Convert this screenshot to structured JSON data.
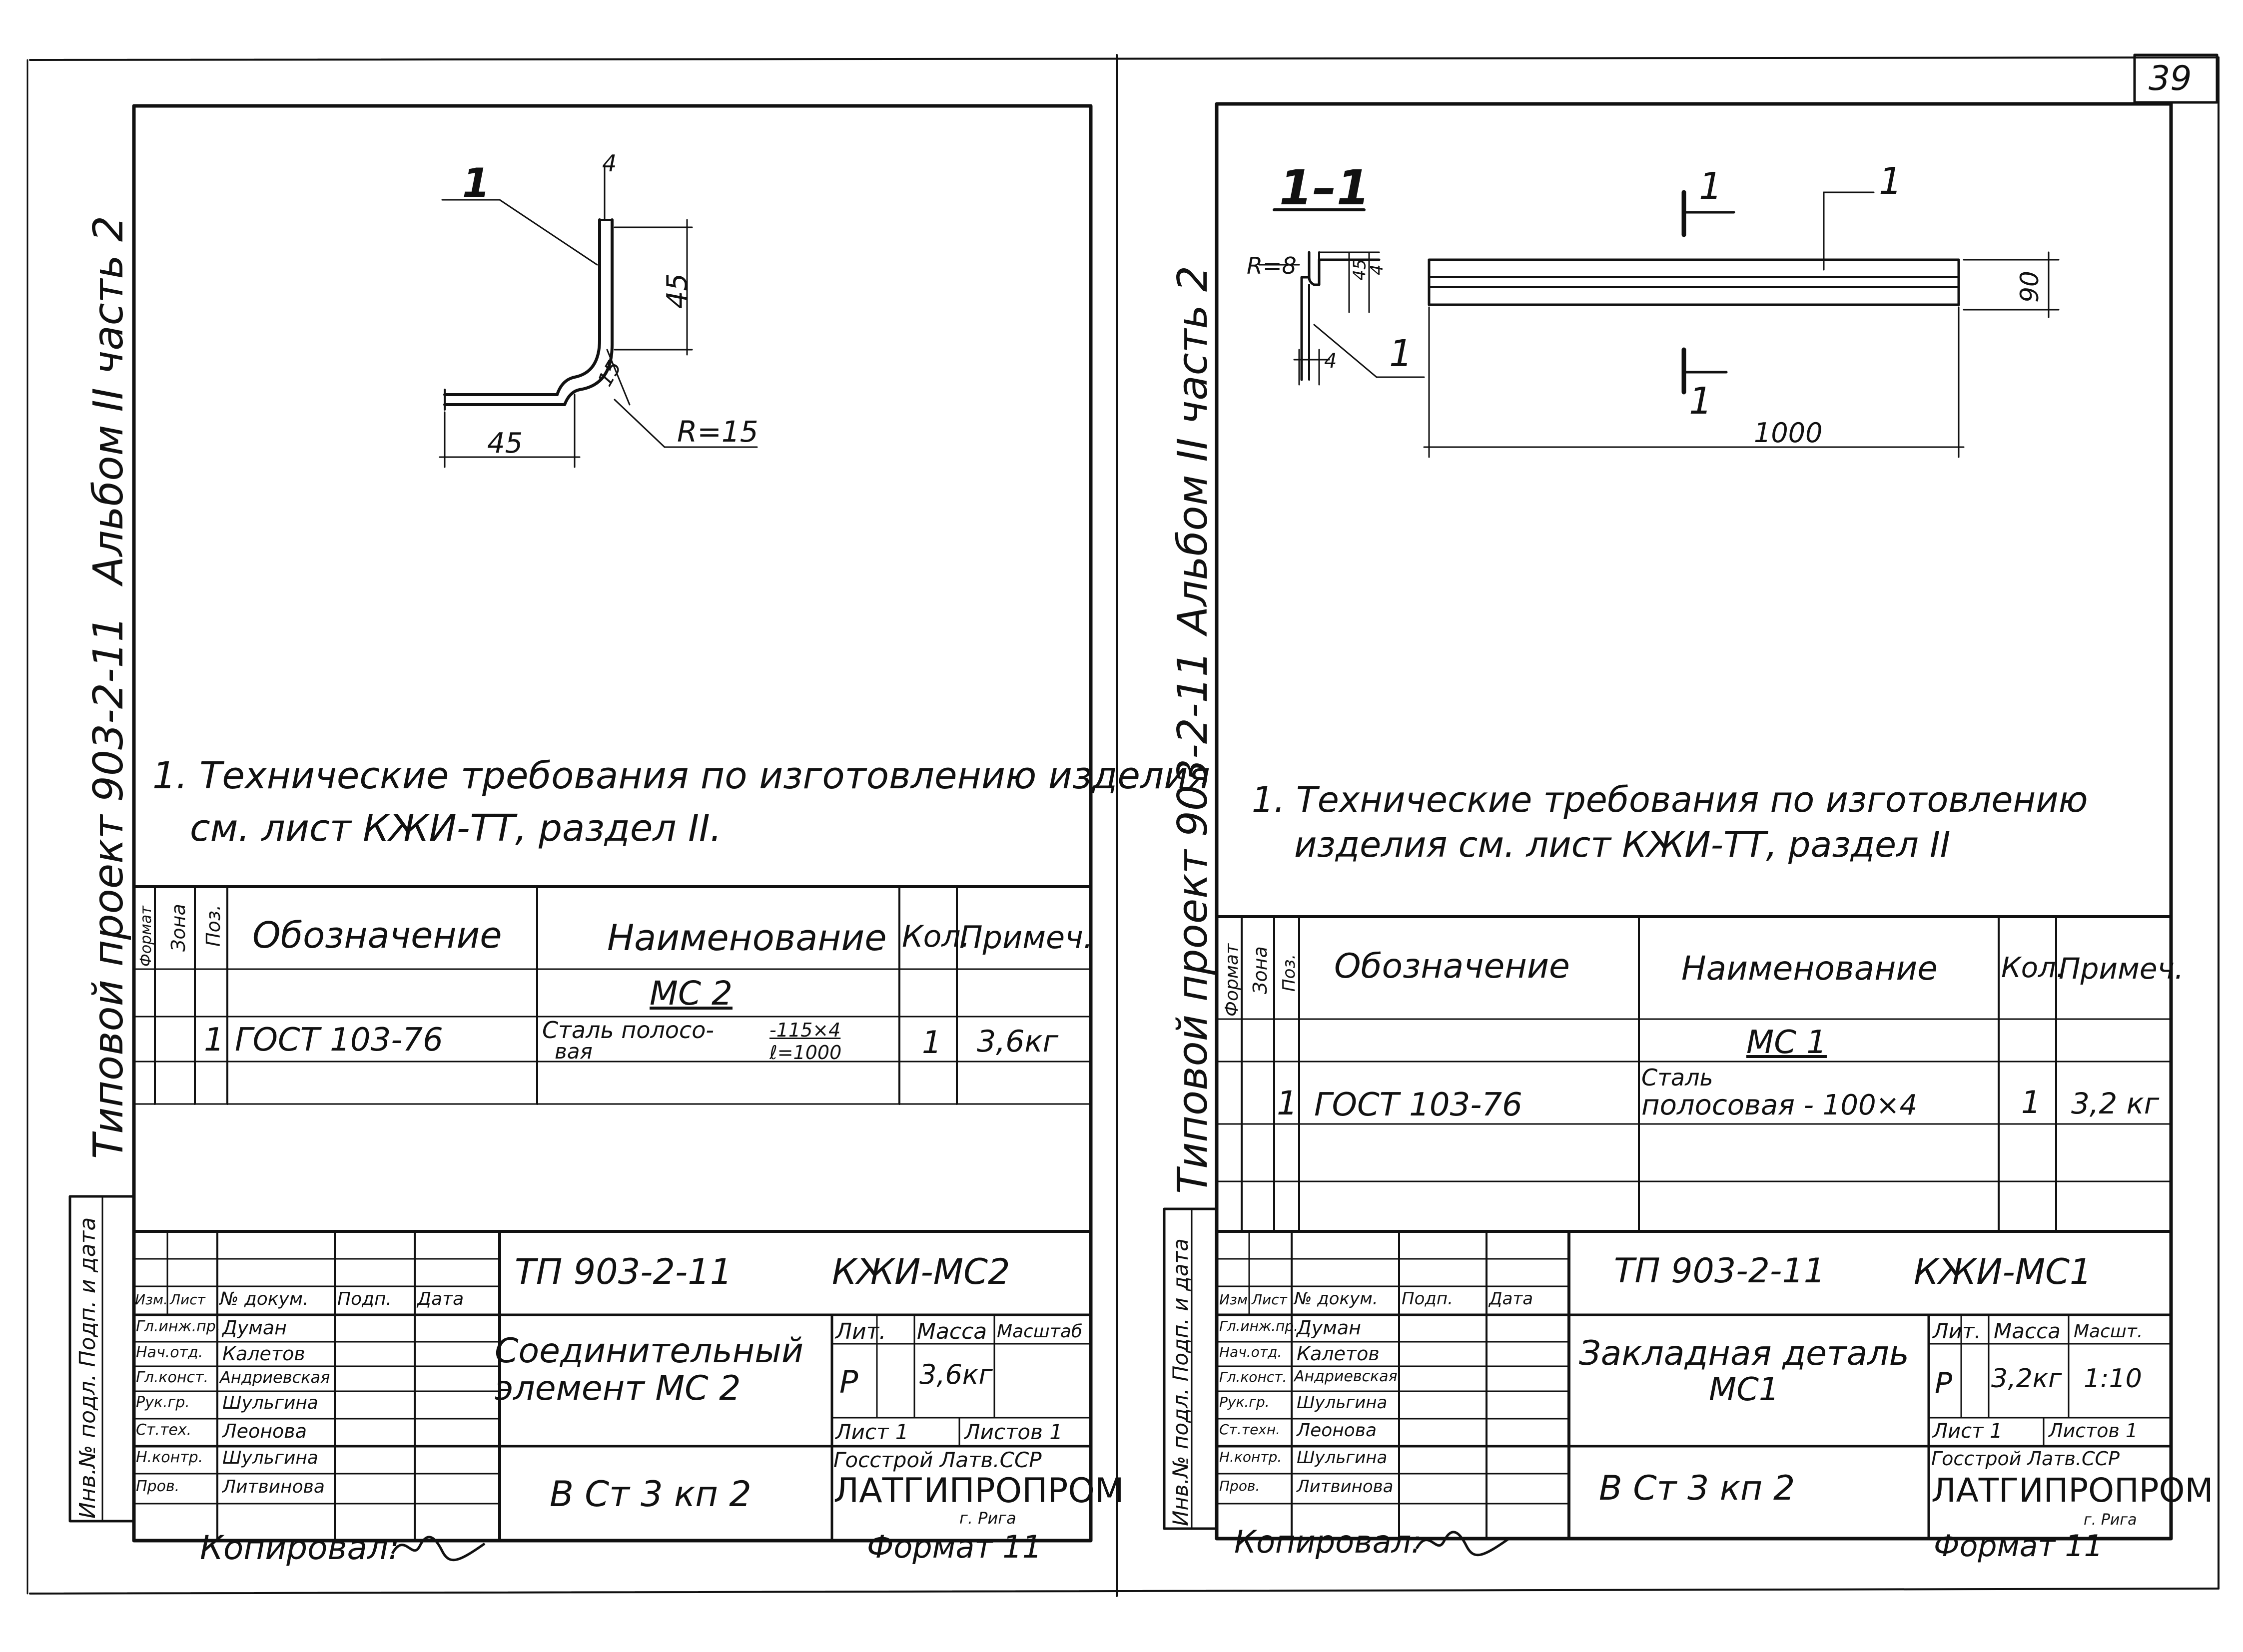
{
  "page_number": "39",
  "side_caption": {
    "project": "Типовой проект 903-2-11",
    "left_album": "Альбом II часть 2",
    "right_album": "Альбом II часть 2"
  },
  "left": {
    "drawing": {
      "callout": "1",
      "dim_thickness": "4",
      "dim_height": "45",
      "dim_width": "45",
      "dim_bend": "15",
      "radius": "R=15"
    },
    "note_line1": "1. Технические требования по изготовлению изделия",
    "note_line2": "см. лист КЖИ-ТТ, раздел II.",
    "spec": {
      "col_format": "Формат",
      "col_zone": "Зона",
      "col_pos": "Поз.",
      "col_designation": "Обозначение",
      "col_name": "Наименование",
      "col_qty": "Кол.",
      "col_note": "Примеч.",
      "group": "МС 2",
      "row": {
        "pos": "1",
        "designation": "ГОСТ 103-76",
        "name_line1": "Сталь полосо-",
        "name_line2": "вая",
        "name_frac_top": "-115×4",
        "name_frac_bottom": "ℓ=1000",
        "qty": "1",
        "note": "3,6кг"
      }
    },
    "title_block": {
      "side_label": "Инв.№ подл. Подп. и дата",
      "code": "ТП 903-2-11",
      "sheet_code": "КЖИ-МС2",
      "roles": [
        "Изм.",
        "Лист",
        "№ докум.",
        "Подп.",
        "Дата"
      ],
      "staff": [
        {
          "role": "Гл.инж.пр.",
          "name": "Думан"
        },
        {
          "role": "Нач.отд.",
          "name": "Калетов"
        },
        {
          "role": "Гл.конст.",
          "name": "Андриевская"
        },
        {
          "role": "Рук.гр.",
          "name": "Шульгина"
        },
        {
          "role": "Ст.тех.",
          "name": "Леонова"
        },
        {
          "role": "Н.контр.",
          "name": "Шульгина"
        },
        {
          "role": "Пров.",
          "name": "Литвинова"
        }
      ],
      "title_line1": "Соединительный",
      "title_line2": "элемент МС 2",
      "material": "В Ст 3 кп 2",
      "lit_label": "Лит.",
      "mass_label": "Масса",
      "scale_label": "Масштаб",
      "lit": "Р",
      "mass": "3,6кг",
      "scale": "",
      "sheet": "Лист 1",
      "sheets": "Листов 1",
      "org1": "Госстрой Латв.ССР",
      "org2": "ЛАТГИПРОПРОМ",
      "city": "г. Рига"
    },
    "copied": "Копировал:",
    "format": "Формат 11"
  },
  "right": {
    "drawing": {
      "section_label": "1–1",
      "cut_label_top": "1",
      "cut_label_bottom": "1",
      "callout_left": "1",
      "callout_right": "1",
      "radius": "R=8",
      "dim_small1": "45",
      "dim_small2": "4",
      "dim_thickness": "4",
      "dim_height": "90",
      "dim_length": "1000"
    },
    "note_line1": "1. Технические требования по изготовлению",
    "note_line2": "изделия см. лист КЖИ-ТТ, раздел II",
    "spec": {
      "col_format": "Формат",
      "col_zone": "Зона",
      "col_pos": "Поз.",
      "col_designation": "Обозначение",
      "col_name": "Наименование",
      "col_qty": "Кол.",
      "col_note": "Примеч.",
      "group": "МС 1",
      "row": {
        "pos": "1",
        "designation": "ГОСТ 103-76",
        "name_line1": "Сталь",
        "name_line2": "полосовая - 100×4",
        "qty": "1",
        "note": "3,2 кг"
      }
    },
    "title_block": {
      "side_label": "Инв.№ подл. Подп. и дата",
      "code": "ТП 903-2-11",
      "sheet_code": "КЖИ-МС1",
      "roles": [
        "Изм.",
        "Лист",
        "№ докум.",
        "Подп.",
        "Дата"
      ],
      "staff": [
        {
          "role": "Гл.инж.пр.",
          "name": "Думан"
        },
        {
          "role": "Нач.отд.",
          "name": "Калетов"
        },
        {
          "role": "Гл.конст.",
          "name": "Андриевская"
        },
        {
          "role": "Рук.гр.",
          "name": "Шульгина"
        },
        {
          "role": "Ст.техн.",
          "name": "Леонова"
        },
        {
          "role": "Н.контр.",
          "name": "Шульгина"
        },
        {
          "role": "Пров.",
          "name": "Литвинова"
        }
      ],
      "title_line1": "Закладная деталь",
      "title_line2": "МС1",
      "material": "В Ст 3 кп 2",
      "lit_label": "Лит.",
      "mass_label": "Масса",
      "scale_label": "Масшт.",
      "lit": "Р",
      "mass": "3,2кг",
      "scale": "1:10",
      "sheet": "Лист 1",
      "sheets": "Листов 1",
      "org1": "Госстрой Латв.ССР",
      "org2": "ЛАТГИПРОПРОМ",
      "city": "г. Рига"
    },
    "copied": "Копировал:",
    "format": "Формат 11"
  }
}
